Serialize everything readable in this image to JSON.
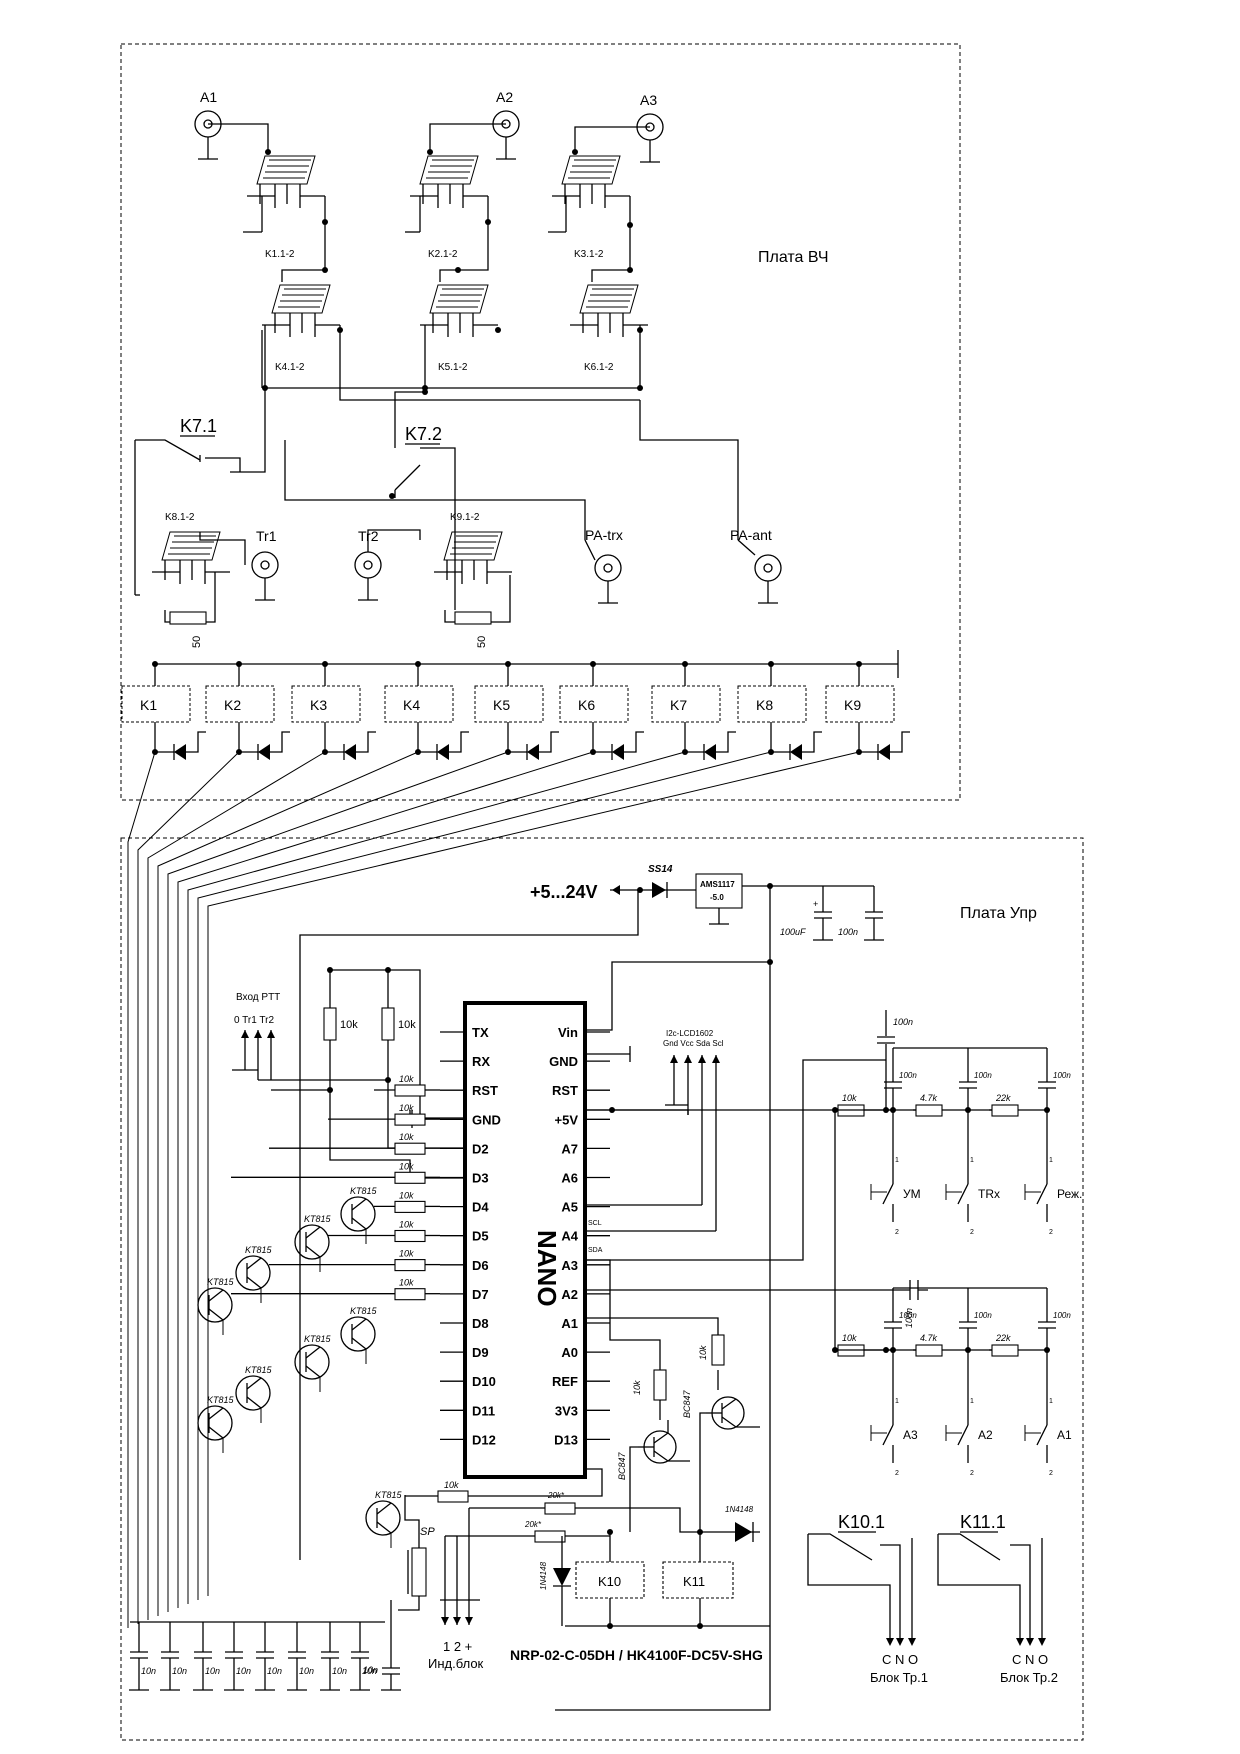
{
  "boards": {
    "hf": "Плата ВЧ",
    "ctrl": "Плата Упр"
  },
  "connectors": {
    "a1": "A1",
    "a2": "A2",
    "a3": "A3",
    "tr1": "Tr1",
    "tr2": "Tr2",
    "pa_trx": "PA-trx",
    "pa_ant": "PA-ant"
  },
  "relay_contacts": {
    "k1": "K1.1-2",
    "k2": "K2.1-2",
    "k3": "K3.1-2",
    "k4": "K4.1-2",
    "k5": "K5.1-2",
    "k6": "K6.1-2",
    "k7_1": "K7.1",
    "k7_2": "K7.2",
    "k8": "K8.1-2",
    "k9": "K9.1-2",
    "k10_1": "K10.1",
    "k11_1": "K11.1"
  },
  "terminations": [
    "50",
    "50"
  ],
  "relay_coils": [
    "K1",
    "K2",
    "K3",
    "K4",
    "K5",
    "K6",
    "K7",
    "K8",
    "K9"
  ],
  "power": {
    "input": "+5...24V",
    "diode": "SS14",
    "regulator_line1": "AMS1117",
    "regulator_line2": "-5.0",
    "cap_bulk": "100uF",
    "cap_100n": "100n"
  },
  "nano": {
    "label": "NANO",
    "left_pins": [
      "TX",
      "RX",
      "RST",
      "GND",
      "D2",
      "D3",
      "D4",
      "D5",
      "D6",
      "D7",
      "D8",
      "D9",
      "D10",
      "D11",
      "D12"
    ],
    "right_pins": [
      "Vin",
      "GND",
      "RST",
      "+5V",
      "A7",
      "A6",
      "A5",
      "A4",
      "A3",
      "A2",
      "A1",
      "A0",
      "REF",
      "3V3",
      "D13"
    ]
  },
  "labels": {
    "ptt_title": "Вход PTT",
    "ptt_pins": "0 Tr1 Tr2",
    "lcd_title": "I2c-LCD1602",
    "lcd_pins": "Gnd Vcc Sda Scl",
    "scl": "SCL",
    "sda": "SDA",
    "pullup": "10k",
    "base_res": "10k",
    "transistor": "KT815",
    "bc847": "BC847",
    "res_20k": "20k*",
    "diode_1n4148": "1N4148",
    "relay_k10": "K10",
    "relay_k11": "K11",
    "relay_part": "NRP-02-C-05DH / HK4100F-DC5V-SHG",
    "buzzer": "SP",
    "ind_pins": "1  2  +",
    "ind_block": "Инд.блок",
    "cno": "C N O",
    "block_tr1": "Блок Тр.1",
    "block_tr2": "Блок Тр.2",
    "cap_10n": "10n"
  },
  "buttons_top": [
    {
      "res": "10k",
      "label": "УМ"
    },
    {
      "res": "4.7k",
      "label": "TRx"
    },
    {
      "res": "22k",
      "label": "Реж."
    }
  ],
  "buttons_bottom": [
    {
      "res": "10k",
      "label": "A3"
    },
    {
      "res": "4.7k",
      "label": "A2"
    },
    {
      "res": "22k",
      "label": "A1"
    }
  ]
}
